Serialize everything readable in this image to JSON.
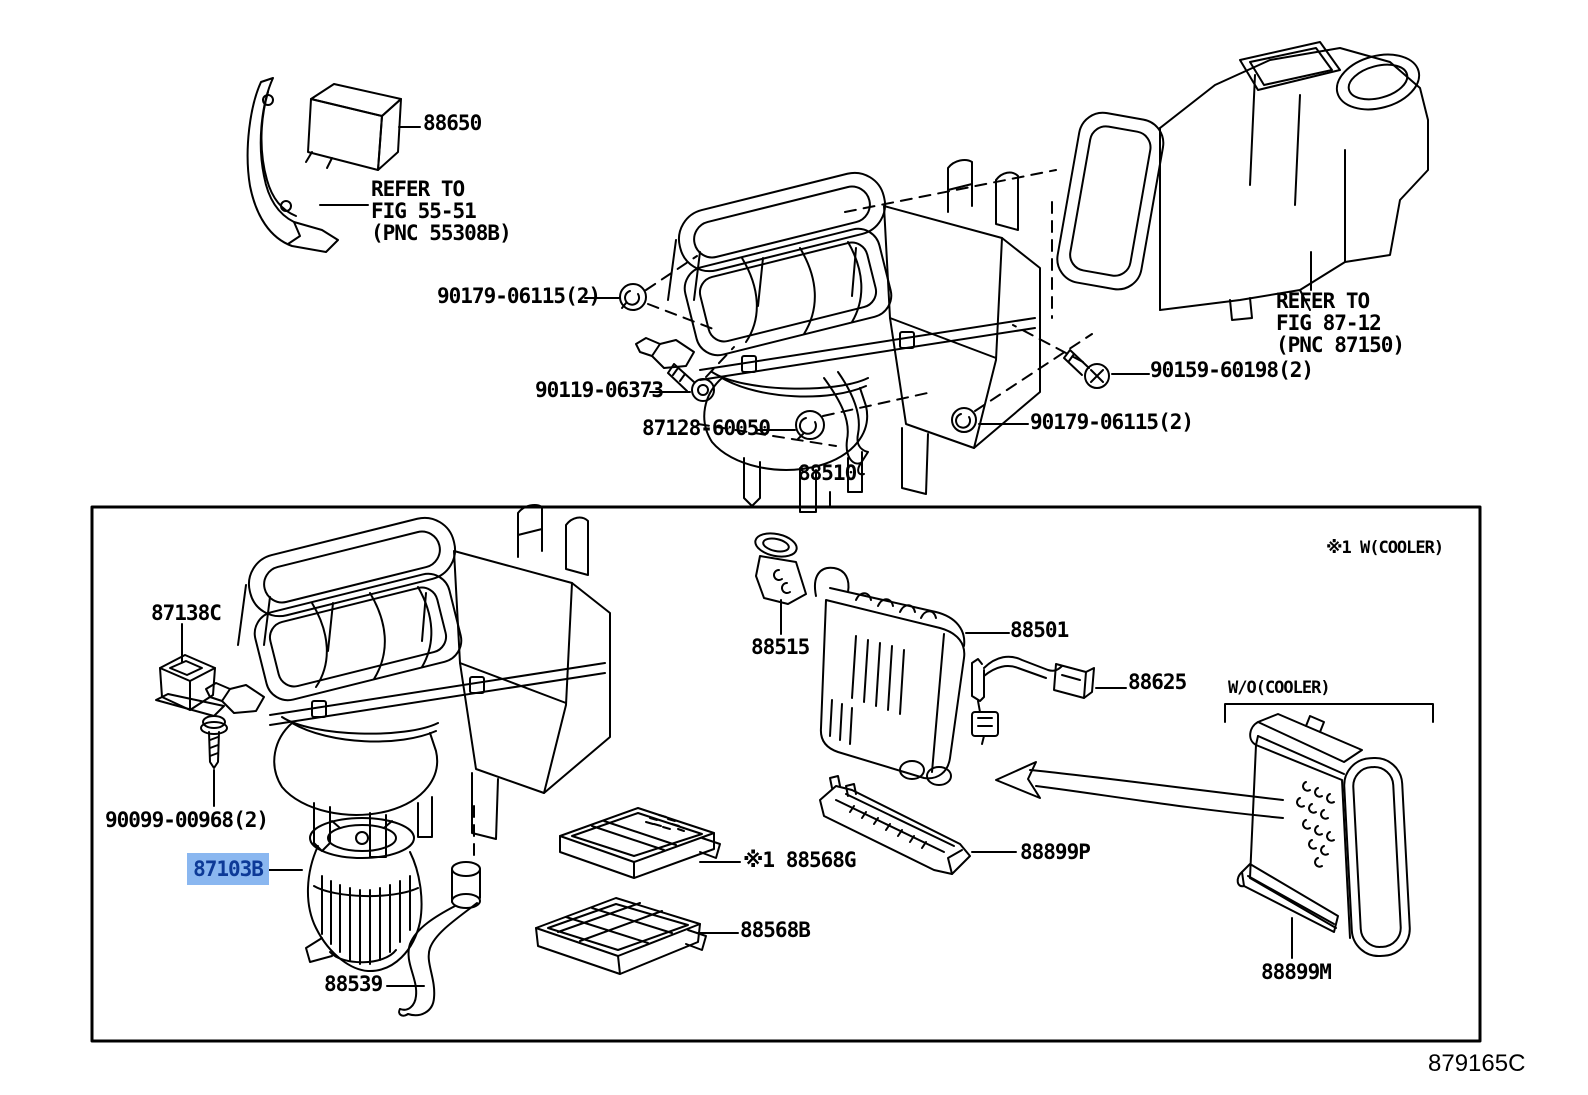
{
  "diagram": {
    "type": "parts-catalog-exploded-view",
    "figure_code": "879165C",
    "highlighted_part": "87103B"
  },
  "colors": {
    "line": "#000000",
    "background": "#ffffff",
    "highlight_bg": "#8ab7f0",
    "highlight_text": "#0d3a97"
  },
  "labels": {
    "p88650": "88650",
    "ref5551": "REFER TO\nFIG 55-51\n(PNC 55308B)",
    "p90179a": "90179-06115(2)",
    "p90119": "90119-06373",
    "p87128": "87128-60050",
    "p88510": "88510",
    "ref8712": "REFER TO\nFIG 87-12\n(PNC 87150)",
    "p90159": "90159-60198(2)",
    "p90179b": "90179-06115(2)",
    "w_cooler": "※1 W(COOLER)",
    "p87138C": "87138C",
    "p90099": "90099-00968(2)",
    "p87103B": "87103B",
    "p88539": "88539",
    "p88515": "88515",
    "p88501": "88501",
    "p88625": "88625",
    "p88568G": "※1 88568G",
    "p88568B": "88568B",
    "p88899P": "88899P",
    "wo_cooler": "W/O(COOLER)",
    "p88899M": "88899M",
    "footer": "879165C"
  }
}
